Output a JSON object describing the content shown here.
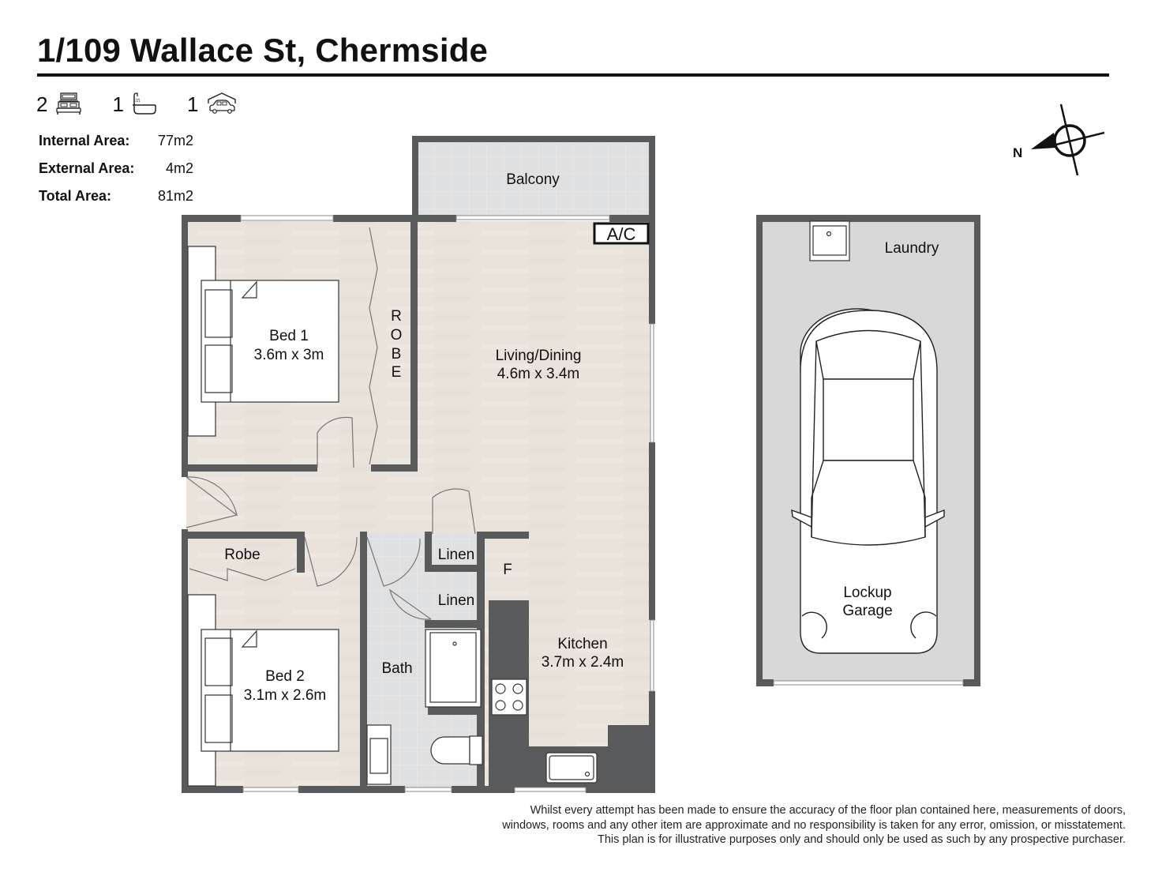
{
  "header": {
    "title": "1/109 Wallace St, Chermside"
  },
  "features": [
    {
      "count": "2",
      "icon": "bed-icon",
      "label": "Bedrooms"
    },
    {
      "count": "1",
      "icon": "bath-icon",
      "label": "Bathrooms"
    },
    {
      "count": "1",
      "icon": "garage-car-icon",
      "label": "Car spaces"
    }
  ],
  "areas": [
    {
      "label": "Internal Area:",
      "value": "77m2"
    },
    {
      "label": "External Area:",
      "value": "4m2"
    },
    {
      "label": "Total Area:",
      "value": "81m2"
    }
  ],
  "compass": {
    "north_label": "N",
    "icon": "north-arrow-icon"
  },
  "rooms": {
    "balcony": {
      "name": "Balcony"
    },
    "ac": {
      "name": "A/C"
    },
    "bed1": {
      "name": "Bed 1",
      "size": "3.6m x 3m"
    },
    "robe1": {
      "letters": [
        "R",
        "O",
        "B",
        "E"
      ]
    },
    "living": {
      "name": "Living/Dining",
      "size": "4.6m x 3.4m"
    },
    "robe2": {
      "name": "Robe"
    },
    "linen1": {
      "name": "Linen"
    },
    "linen2": {
      "name": "Linen"
    },
    "fridge": {
      "name": "F"
    },
    "bed2": {
      "name": "Bed 2",
      "size": "3.1m x 2.6m"
    },
    "bath": {
      "name": "Bath"
    },
    "kitchen": {
      "name": "Kitchen",
      "size": "3.7m x 2.4m"
    },
    "laundry": {
      "name": "Laundry"
    },
    "garage": {
      "name_line1": "Lockup",
      "name_line2": "Garage"
    }
  },
  "colors": {
    "wall": "#595a5c",
    "floor_timber": "#e9e3dc",
    "floor_tile": "#dfe0e1",
    "garage_floor": "#d8d8d8",
    "text": "#111111"
  },
  "disclaimer": {
    "line1": "Whilst every attempt has been made to ensure the accuracy of the floor plan contained here, measurements of doors,",
    "line2": "windows, rooms and any other item are approximate and no responsibility is taken for any error, omission, or misstatement.",
    "line3": "This plan is for illustrative purposes only and should only be used as such by any prospective purchaser."
  }
}
